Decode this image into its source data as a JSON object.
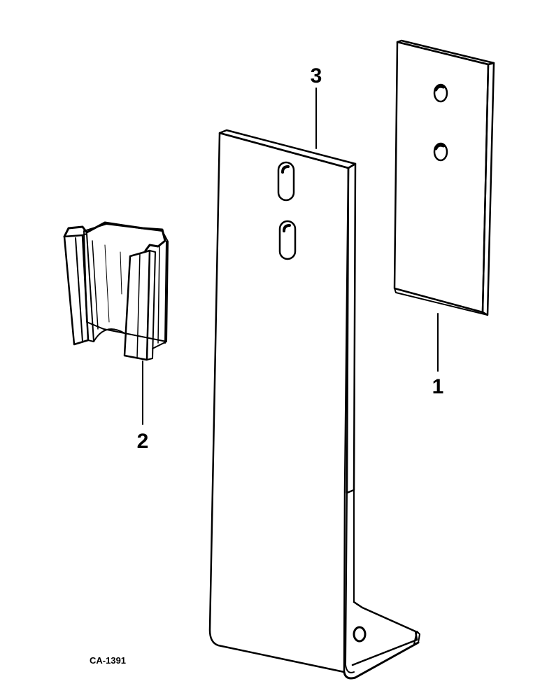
{
  "callouts": {
    "part1": "1",
    "part2": "2",
    "part3": "3"
  },
  "figure_code": "CA-1391",
  "colors": {
    "ink": "#000000",
    "paper": "#ffffff"
  }
}
